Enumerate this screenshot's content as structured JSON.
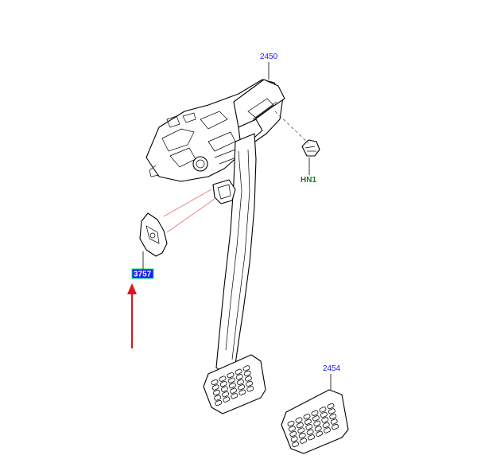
{
  "diagram": {
    "callouts": {
      "pedal_box": "2450",
      "retaining_nut": "HN1",
      "selected_bracket": "3757",
      "pedal_pad": "2454"
    },
    "colors": {
      "part_number_text": "#1a1aff",
      "hardware_text": "#1c7a1c",
      "selected_highlight_fill": "#1a1aff",
      "selected_highlight_border": "#00ff66",
      "pointer_arrow": "#e0141e",
      "alignment_lines": "#e87070"
    },
    "icons": {
      "pointer": "red-up-arrow"
    }
  }
}
